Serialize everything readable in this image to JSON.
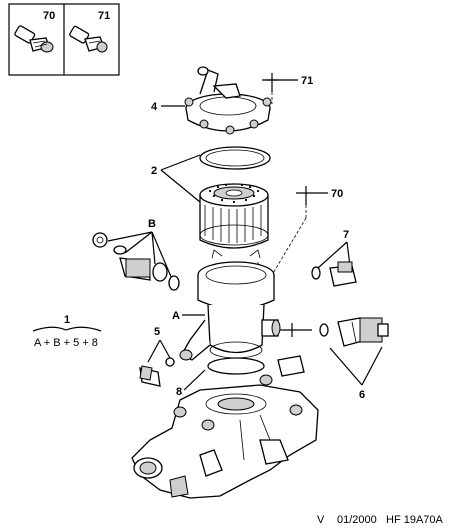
{
  "inset": {
    "left_ref": "70",
    "right_ref": "71"
  },
  "callouts": {
    "c1": "1",
    "c2": "2",
    "c4": "4",
    "c5": "5",
    "c6": "6",
    "c7": "7",
    "c8": "8",
    "cA": "A",
    "cB": "B",
    "c70": "70",
    "c71": "71"
  },
  "formula": "A + B + 5 + 8",
  "footer": {
    "version": "V",
    "date": "01/2000",
    "ref": "HF 19A70A"
  }
}
